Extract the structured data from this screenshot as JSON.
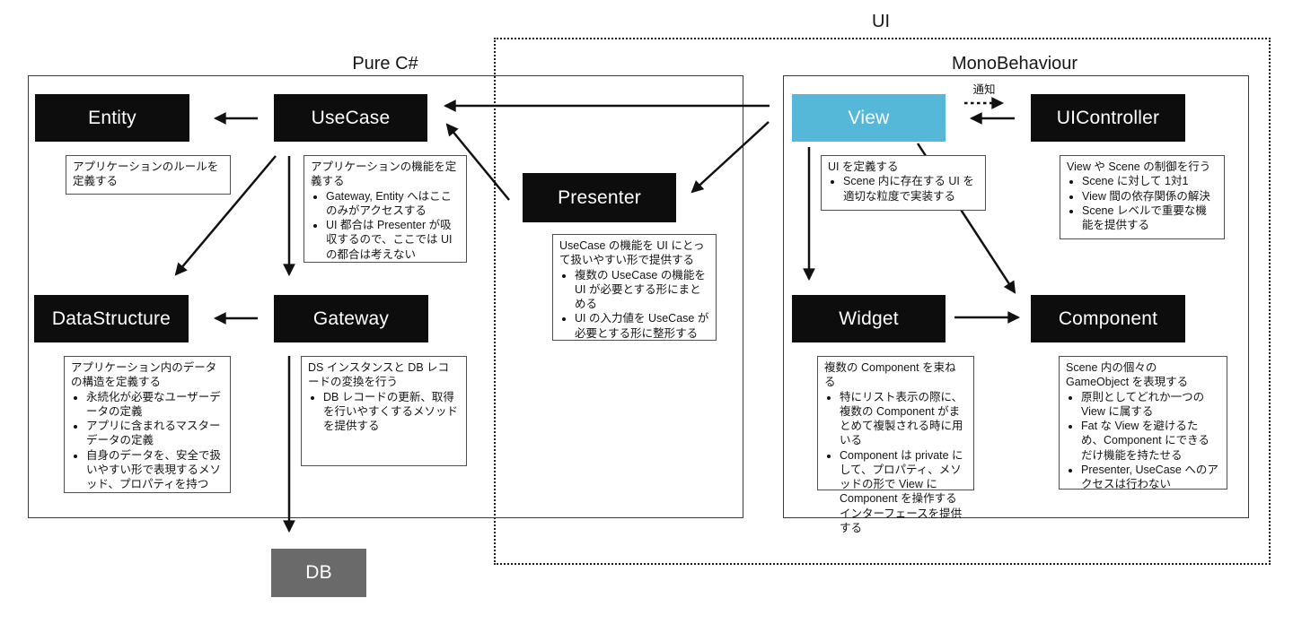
{
  "labels": {
    "ui": "UI",
    "pure_csharp": "Pure C#",
    "monobehaviour": "MonoBehaviour",
    "notify": "通知"
  },
  "nodes": {
    "entity": "Entity",
    "usecase": "UseCase",
    "presenter": "Presenter",
    "view": "View",
    "uicontroller": "UIController",
    "datastructure": "DataStructure",
    "gateway": "Gateway",
    "widget": "Widget",
    "component": "Component",
    "db": "DB"
  },
  "notes": {
    "entity": {
      "intro": "アプリケーションのルールを定義する",
      "bullets": []
    },
    "usecase": {
      "intro": "アプリケーションの機能を定義する",
      "bullets": [
        "Gateway, Entity へはここのみがアクセスする",
        "UI 都合は Presenter が吸収するので、ここでは UI の都合は考えない"
      ]
    },
    "presenter": {
      "intro": "UseCase の機能を UI にとって扱いやすい形で提供する",
      "bullets": [
        "複数の UseCase の機能を UI が必要とする形にまとめる",
        "UI の入力値を UseCase が必要とする形に整形する"
      ]
    },
    "view": {
      "intro": "UI を定義する",
      "bullets": [
        "Scene 内に存在する UI を適切な粒度で実装する"
      ]
    },
    "uicontroller": {
      "intro": "View や Scene の制御を行う",
      "bullets": [
        "Scene に対して 1対1",
        "View 間の依存関係の解決",
        "Scene レベルで重要な機能を提供する"
      ]
    },
    "datastructure": {
      "intro": "アプリケーション内のデータの構造を定義する",
      "bullets": [
        "永続化が必要なユーザーデータの定義",
        "アプリに含まれるマスターデータの定義",
        "自身のデータを、安全で扱いやすい形で表現するメソッド、プロパティを持つ"
      ]
    },
    "gateway": {
      "intro": "DS インスタンスと DB レコードの変換を行う",
      "bullets": [
        "DB レコードの更新、取得を行いやすくするメソッドを提供する"
      ]
    },
    "widget": {
      "intro": "複数の Component を束ねる",
      "bullets": [
        "特にリスト表示の際に、複数の Component がまとめて複製される時に用いる",
        "Component は private にして、プロパティ、メソッドの形で View に Component を操作するインターフェースを提供する"
      ]
    },
    "component": {
      "intro": "Scene 内の個々の GameObject を表現する",
      "bullets": [
        "原則としてどれか一つの View に属する",
        "Fat な View を避けるため、Component にできるだけ機能を持たせる",
        "Presenter, UseCase へのアクセスは行わない"
      ]
    }
  },
  "edges": [
    {
      "from": "UseCase",
      "to": "Entity",
      "style": "solid"
    },
    {
      "from": "UseCase",
      "to": "DataStructure",
      "style": "solid"
    },
    {
      "from": "UseCase",
      "to": "Gateway",
      "style": "solid"
    },
    {
      "from": "Gateway",
      "to": "DataStructure",
      "style": "solid"
    },
    {
      "from": "Gateway",
      "to": "DB",
      "style": "solid"
    },
    {
      "from": "Presenter",
      "to": "UseCase",
      "style": "solid"
    },
    {
      "from": "View",
      "to": "UseCase",
      "style": "solid"
    },
    {
      "from": "View",
      "to": "Presenter",
      "style": "solid"
    },
    {
      "from": "UIController",
      "to": "View",
      "style": "solid"
    },
    {
      "from": "View",
      "to": "UIController",
      "style": "dashed",
      "label": "通知"
    },
    {
      "from": "View",
      "to": "Widget",
      "style": "solid"
    },
    {
      "from": "View",
      "to": "Component",
      "style": "solid"
    },
    {
      "from": "Widget",
      "to": "Component",
      "style": "solid"
    }
  ],
  "colors": {
    "node_bg": "#0d0d0d",
    "node_text": "#ffffff",
    "view_bg": "#56b8d8",
    "db_bg": "#6a6a6a",
    "arrow": "#111111"
  }
}
